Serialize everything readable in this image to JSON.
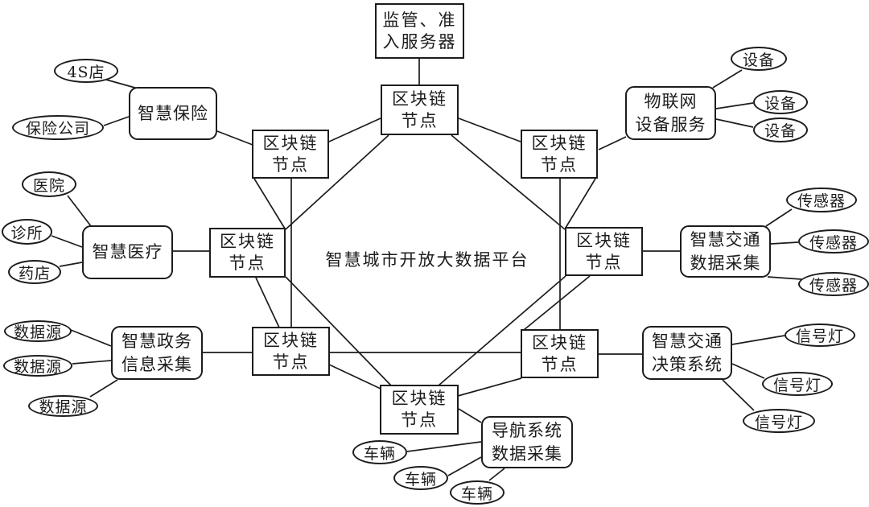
{
  "diagram": {
    "center_platform_label": "智慧城市开放大数据平台",
    "supervisor_label": "监管、准\n入服务器",
    "blockchain_node_label": "区块链\n节点",
    "services": {
      "insurance": {
        "label": "智慧保险",
        "leaves": [
          "4S店",
          "保险公司"
        ]
      },
      "medical": {
        "label": "智慧医疗",
        "leaves": [
          "医院",
          "诊所",
          "药店"
        ]
      },
      "government": {
        "label": "智慧政务\n信息采集",
        "leaves": [
          "数据源",
          "数据源",
          "数据源"
        ]
      },
      "iot": {
        "label": "物联网\n设备服务",
        "leaves": [
          "设备",
          "设备",
          "设备"
        ]
      },
      "traffic_data": {
        "label": "智慧交通\n数据采集",
        "leaves": [
          "传感器",
          "传感器",
          "传感器"
        ]
      },
      "traffic_decision": {
        "label": "智慧交通\n决策系统",
        "leaves": [
          "信号灯",
          "信号灯",
          "信号灯"
        ]
      },
      "navigation": {
        "label": "导航系统\n数据采集",
        "leaves": [
          "车辆",
          "车辆",
          "车辆"
        ]
      }
    },
    "colors": {
      "line": "#1c1c1c",
      "background": "#ffffff",
      "text": "#1c1c1c"
    }
  }
}
